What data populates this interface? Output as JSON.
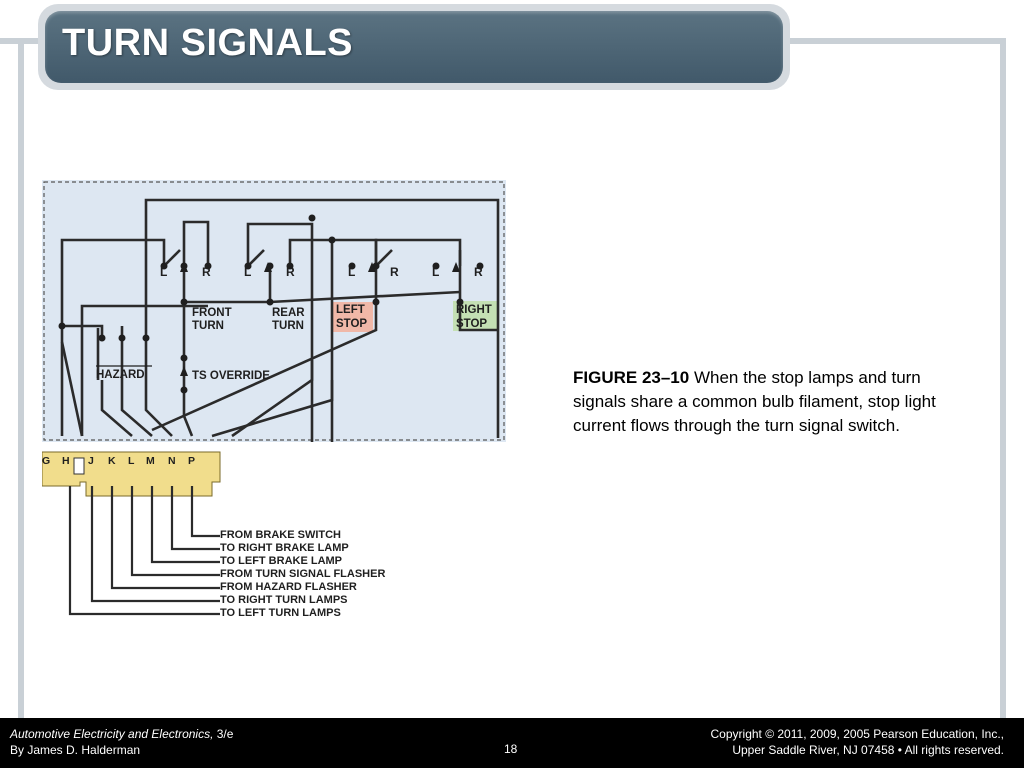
{
  "slide": {
    "title": "TURN SIGNALS"
  },
  "figure": {
    "label": "FIGURE 23–10",
    "caption": "When the stop lamps and turn signals share a common bulb filament, stop light current flows through the turn signal switch."
  },
  "diagram": {
    "switch_position_labels": [
      "L",
      "R",
      "L",
      "R",
      "L",
      "R",
      "L",
      "R"
    ],
    "section_labels": {
      "front_turn": [
        "FRONT",
        "TURN"
      ],
      "rear_turn": [
        "REAR",
        "TURN"
      ],
      "left_stop": [
        "LEFT",
        "STOP"
      ],
      "right_stop": [
        "RIGHT",
        "STOP"
      ],
      "hazard": "HAZARD",
      "ts_override": "TS OVERRIDE"
    },
    "connector_pins": [
      "G",
      "H",
      "J",
      "K",
      "L",
      "M",
      "N",
      "P"
    ],
    "wire_destinations": [
      "FROM BRAKE SWITCH",
      "TO RIGHT BRAKE LAMP",
      "TO LEFT BRAKE LAMP",
      "FROM TURN SIGNAL FLASHER",
      "FROM HAZARD FLASHER",
      "TO RIGHT TURN LAMPS",
      "TO LEFT TURN LAMPS"
    ],
    "colors": {
      "panel": "#dde7f2",
      "connector": "#f1dd8c",
      "left_stop": "#f0b8a8",
      "right_stop": "#c4e0b4",
      "wire": "#2b2b2b"
    }
  },
  "footer": {
    "book_title": "Automotive Electricity and Electronics,",
    "edition": " 3/e",
    "author": "By James D. Halderman",
    "page_number": "18",
    "copyright_line1": "Copyright © 2011, 2009, 2005 Pearson Education, Inc.,",
    "copyright_line2": "Upper Saddle River, NJ 07458 • All rights reserved."
  }
}
